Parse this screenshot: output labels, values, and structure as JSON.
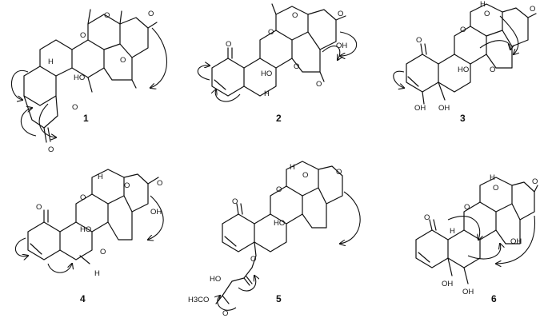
{
  "compounds": [
    {
      "number": "1",
      "labels": {
        "o1": "O",
        "o2": "O",
        "o3": "O",
        "o4": "O",
        "o5": "O",
        "o6": "O",
        "ho": "HO",
        "h": "H"
      }
    },
    {
      "number": "2",
      "labels": {
        "o1": "O",
        "o2": "O",
        "o3": "O",
        "o4": "O",
        "o5": "O",
        "o6": "O",
        "ho1": "HO",
        "ho2": "OH",
        "h": "H"
      }
    },
    {
      "number": "3",
      "labels": {
        "o1": "O",
        "o2": "O",
        "o3": "O",
        "o4": "O",
        "o5": "O",
        "ho": "HO",
        "oh1": "OH",
        "oh2": "OH",
        "h": "H"
      }
    },
    {
      "number": "4",
      "labels": {
        "o1": "O",
        "o2": "O",
        "o3": "O",
        "o4": "O",
        "o5": "O",
        "ho": "HO",
        "oh": "OH",
        "h1": "H",
        "h2": "H"
      }
    },
    {
      "number": "5",
      "labels": {
        "o1": "O",
        "o2": "O",
        "o3": "O",
        "o4": "O",
        "o5": "O",
        "o6": "O",
        "ho": "HO",
        "ho2": "HO",
        "h3co": "H3CO",
        "h": "H"
      }
    },
    {
      "number": "6",
      "labels": {
        "o1": "O",
        "o2": "O",
        "o3": "O",
        "o4": "O",
        "oh1": "OH",
        "oh2": "OH",
        "oh3": "OH",
        "h1": "H",
        "h2": "H"
      }
    }
  ],
  "arrow_marker": "open-arrowhead"
}
